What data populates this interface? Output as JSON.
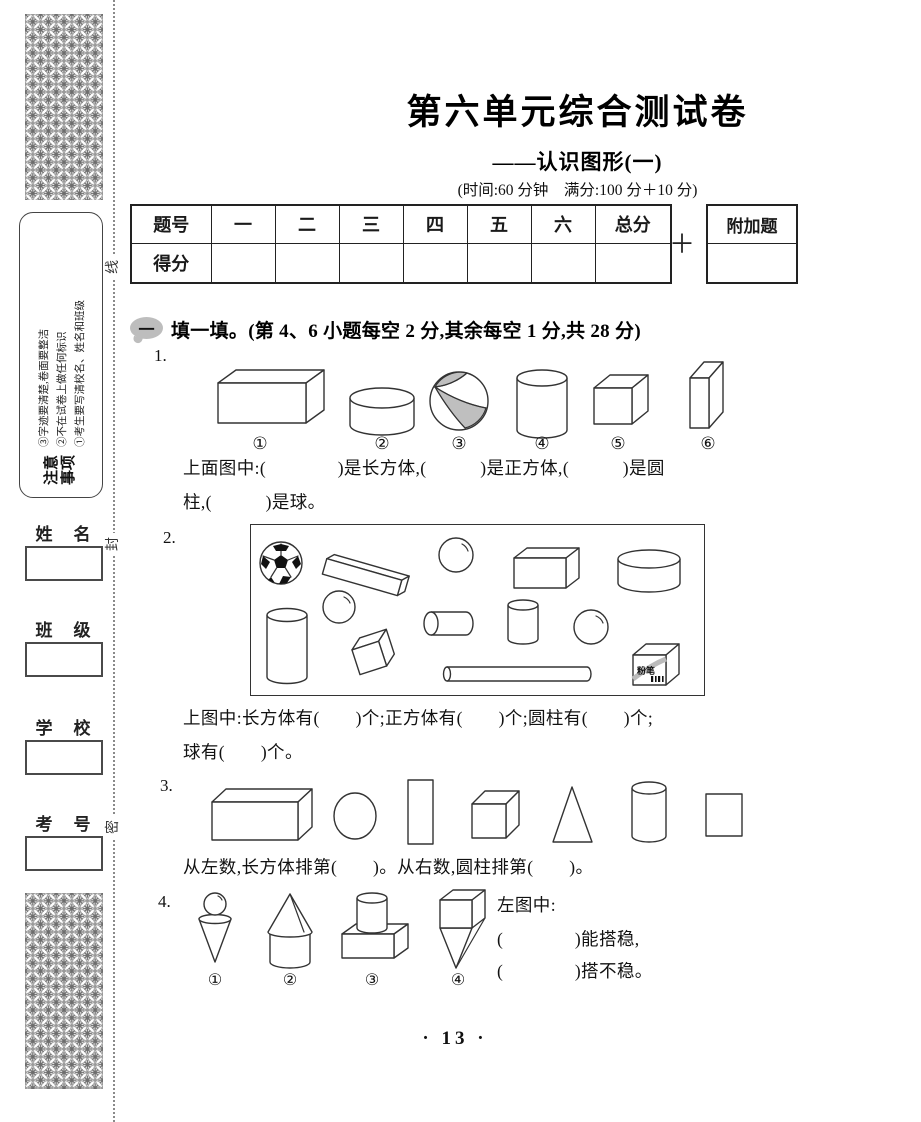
{
  "page": {
    "title": "第六单元综合测试卷",
    "subtitle": "——认识图形(一)",
    "exam_info": "(时间:60 分钟　满分:100 分＋10 分)",
    "page_number": "· 13 ·"
  },
  "sidebar": {
    "binding_chars": [
      "线",
      "封",
      "密"
    ],
    "notice": {
      "title": "注意事项",
      "items": [
        "①考生要写清校名、姓名和班级",
        "②不在试卷上做任何标识",
        "③字迹要清楚,卷面要整洁"
      ]
    },
    "fields": [
      {
        "label": "姓　名"
      },
      {
        "label": "班　级"
      },
      {
        "label": "学　校"
      },
      {
        "label": "考　号"
      }
    ]
  },
  "score_table": {
    "header_label": "题号",
    "columns": [
      "一",
      "二",
      "三",
      "四",
      "五",
      "六",
      "总分"
    ],
    "row_label": "得分",
    "plus_sign": "＋",
    "bonus_label": "附加题"
  },
  "section1": {
    "badge": "一",
    "heading": "填一填。(第 4、6 小题每空 2 分,其余每空 1 分,共 28 分)",
    "q1": {
      "number": "1.",
      "figure_labels": [
        "①",
        "②",
        "③",
        "④",
        "⑤",
        "⑥"
      ],
      "line1": "上面图中:(　　　　)是长方体,(　　　)是正方体,(　　　)是圆",
      "line2": "柱,(　　　)是球。"
    },
    "q2": {
      "number": "2.",
      "chalk_label": "粉笔",
      "line1": "上图中:长方体有(　　)个;正方体有(　　)个;圆柱有(　　)个;",
      "line2": "球有(　　)个。"
    },
    "q3": {
      "number": "3.",
      "line1": "从左数,长方体排第(　　)。从右数,圆柱排第(　　)。"
    },
    "q4": {
      "number": "4.",
      "figure_labels": [
        "①",
        "②",
        "③",
        "④"
      ],
      "side_title": "左图中:",
      "side_line1": "(　　　　)能搭稳,",
      "side_line2": "(　　　　)搭不稳。"
    }
  }
}
